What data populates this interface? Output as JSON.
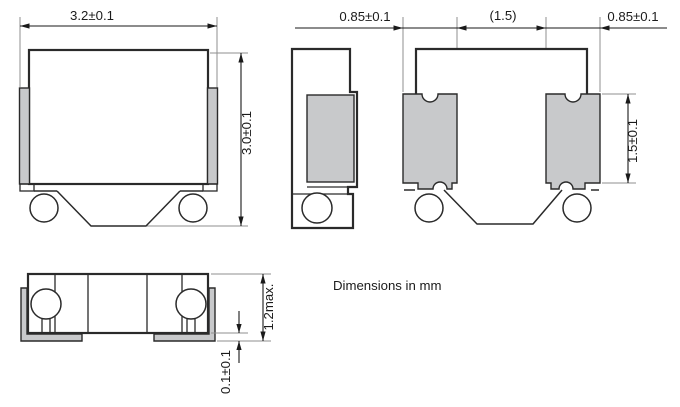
{
  "note": "Dimensions in mm",
  "front_view": {
    "width": "3.2±0.1",
    "height": "3.0±0.1"
  },
  "rear_view": {
    "left_terminal_width": "0.85±0.1",
    "terminal_gap": "(1.5)",
    "right_terminal_width": "0.85±0.1",
    "terminal_height": "1.5±0.1"
  },
  "bottom_view": {
    "max_height": "1.2max.",
    "terminal_standoff": "0.1±0.1"
  },
  "colors": {
    "line": "#2a2a2a",
    "dimension_line": "#1a1a1a",
    "extension_line": "#8f8f8f",
    "terminal_fill": "#c8c9cb",
    "background": "#ffffff",
    "text": "#1b1b1b"
  }
}
